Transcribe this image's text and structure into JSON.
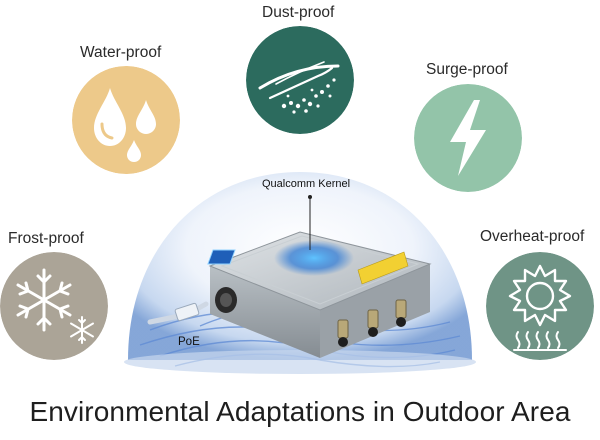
{
  "features": {
    "dust": {
      "label": "Dust-proof",
      "icon": "wind-dust-icon",
      "color": "#2c6b5e"
    },
    "water": {
      "label": "Water-proof",
      "icon": "water-drops-icon",
      "color": "#edc98a"
    },
    "surge": {
      "label": "Surge-proof",
      "icon": "lightning-bolt-icon",
      "color": "#93c4a9"
    },
    "frost": {
      "label": "Frost-proof",
      "icon": "snowflake-icon",
      "color": "#aba497"
    },
    "overheat": {
      "label": "Overheat-proof",
      "icon": "sun-heat-icon",
      "color": "#6f9486"
    }
  },
  "device": {
    "chip_label": "Qualcomm Kernel",
    "port_label": "PoE"
  },
  "caption": "Environmental Adaptations in Outdoor Area"
}
